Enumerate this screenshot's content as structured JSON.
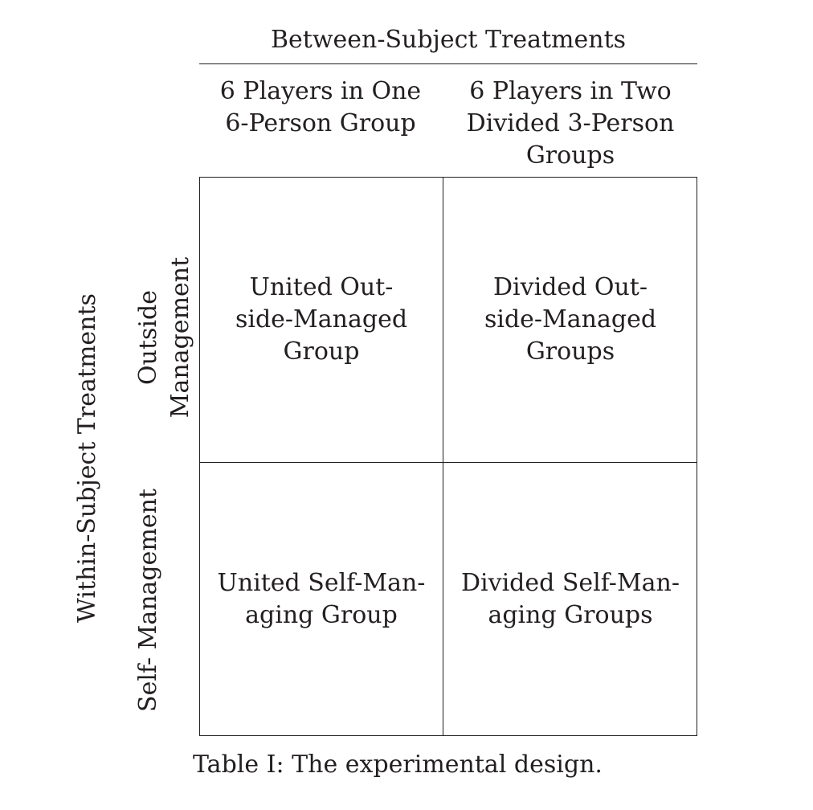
{
  "table": {
    "column_group_header": "Between-Subject Treatments",
    "row_group_header": "Within-Subject Treatments",
    "columns": [
      "6 Players in One\n6-Person Group",
      "6 Players in Two\nDivided 3-Person\nGroups"
    ],
    "rows": [
      "Outside\nManagement",
      "Self- Management"
    ],
    "cells": [
      [
        "United Out-\nside-Managed\nGroup",
        "Divided Out-\nside-Managed\nGroups"
      ],
      [
        "United Self-Man-\naging Group",
        "Divided Self-Man-\naging Groups"
      ]
    ]
  },
  "caption": "Table I: The experimental design."
}
